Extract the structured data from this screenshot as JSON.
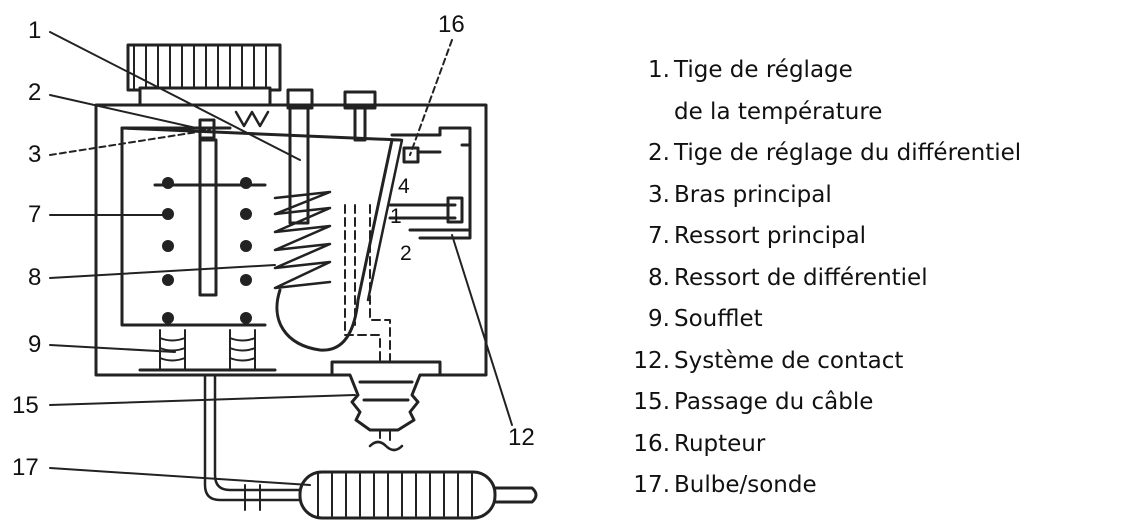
{
  "diagram": {
    "callouts_left": [
      "1",
      "2",
      "3",
      "7",
      "8",
      "9",
      "15",
      "17"
    ],
    "callouts_right": [
      "16",
      "12"
    ],
    "inner_labels": [
      "4",
      "1",
      "2"
    ]
  },
  "legend": [
    {
      "num": "1.",
      "line1": "Tige de réglage",
      "line2": "de la température"
    },
    {
      "num": "2.",
      "line1": "Tige de réglage du différentiel"
    },
    {
      "num": "3.",
      "line1": "Bras principal"
    },
    {
      "num": "7.",
      "line1": "Ressort principal"
    },
    {
      "num": "8.",
      "line1": "Ressort de différentiel"
    },
    {
      "num": "9.",
      "line1": "Soufflet"
    },
    {
      "num": "12.",
      "line1": "Système de contact"
    },
    {
      "num": "15.",
      "line1": "Passage du câble"
    },
    {
      "num": "16.",
      "line1": "Rupteur"
    },
    {
      "num": "17.",
      "line1": "Bulbe/sonde"
    }
  ]
}
